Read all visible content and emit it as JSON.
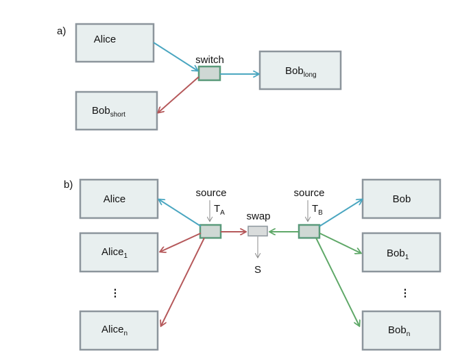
{
  "panel_a": {
    "label": "a)",
    "alice": "Alice",
    "switch": "switch",
    "bob_long": "Bob",
    "bob_long_sub": "long",
    "bob_short": "Bob",
    "bob_short_sub": "short"
  },
  "panel_b": {
    "label": "b)",
    "alice": "Alice",
    "alice1": "Alice",
    "alice1_sub": "1",
    "alicen": "Alice",
    "alicen_sub": "n",
    "bob": "Bob",
    "bob1": "Bob",
    "bob1_sub": "1",
    "bobn": "Bob",
    "bobn_sub": "n",
    "source_left": "source",
    "ta": "T",
    "ta_sub": "A",
    "swap": "swap",
    "s": "S",
    "source_right": "source",
    "tb": "T",
    "tb_sub": "B",
    "ellipsis": "⋮"
  },
  "colors": {
    "box_fill": "#e8efef",
    "box_stroke": "#8c959c",
    "node_stroke": "#5a9a7a",
    "blue": "#4aa6c0",
    "red": "#b5585a",
    "green": "#5fa868"
  }
}
